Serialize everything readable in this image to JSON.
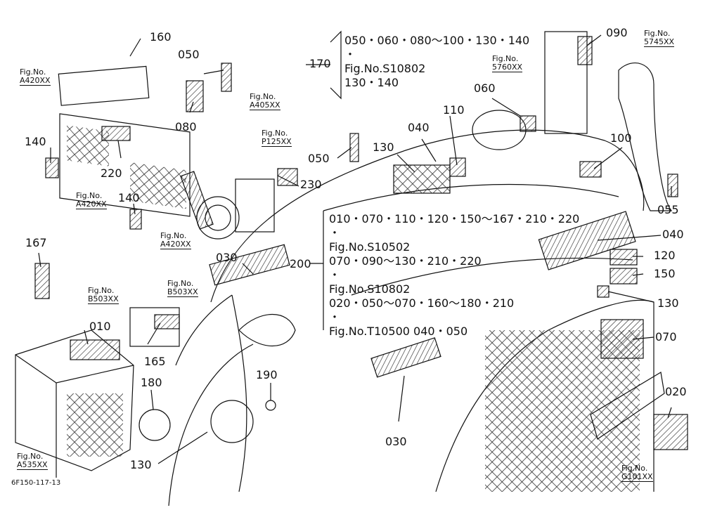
{
  "parts": {
    "p160": "160",
    "p050a": "050",
    "p080": "080",
    "p140a": "140",
    "p220": "220",
    "p140b": "140",
    "p167": "167",
    "p010": "010",
    "p165": "165",
    "p180": "180",
    "p130a": "130",
    "p190": "190",
    "p030a": "030",
    "p030b": "030",
    "p230": "230",
    "p050b": "050",
    "p130b": "130",
    "p040a": "040",
    "p110": "110",
    "p060": "060",
    "p090": "090",
    "p100": "100",
    "p055": "055",
    "p040b": "040",
    "p120": "120",
    "p150": "150",
    "p130c": "130",
    "p070": "070",
    "p020": "020",
    "p170": "170",
    "p200": "200"
  },
  "figs": {
    "a420_1": {
      "label": "Fig.No.",
      "num": "A420XX"
    },
    "a420_2": {
      "label": "Fig.No.",
      "num": "A420XX"
    },
    "a420_3": {
      "label": "Fig.No.",
      "num": "A420XX"
    },
    "a405": {
      "label": "Fig.No.",
      "num": "A405XX"
    },
    "p125": {
      "label": "Fig.No.",
      "num": "P125XX"
    },
    "b503_1": {
      "label": "Fig.No.",
      "num": "B503XX"
    },
    "b503_2": {
      "label": "Fig.No.",
      "num": "B503XX"
    },
    "a535": {
      "label": "Fig.No.",
      "num": "A535XX"
    },
    "s5760": {
      "label": "Fig.No.",
      "num": "5760XX"
    },
    "s5745": {
      "label": "Fig.No.",
      "num": "5745XX"
    },
    "g101": {
      "label": "Fig.No.",
      "num": "G101XX"
    }
  },
  "box170": {
    "line1": "050・060・080～100・130・140",
    "dot": "・",
    "line2": "Fig.No.S10802",
    "line3": "130・140"
  },
  "box200": {
    "line1": "010・070・110・120・150～167・210・220",
    "dot1": "・",
    "line2": "Fig.No.S10502",
    "line3": "070・090～130・210・220",
    "dot2": "・",
    "line4": "Fig.No.S10802",
    "line5": "020・050～070・160～180・210",
    "dot3": "・",
    "line6": "Fig.No.T10500  040・050"
  },
  "footer": "6F150-117-13"
}
